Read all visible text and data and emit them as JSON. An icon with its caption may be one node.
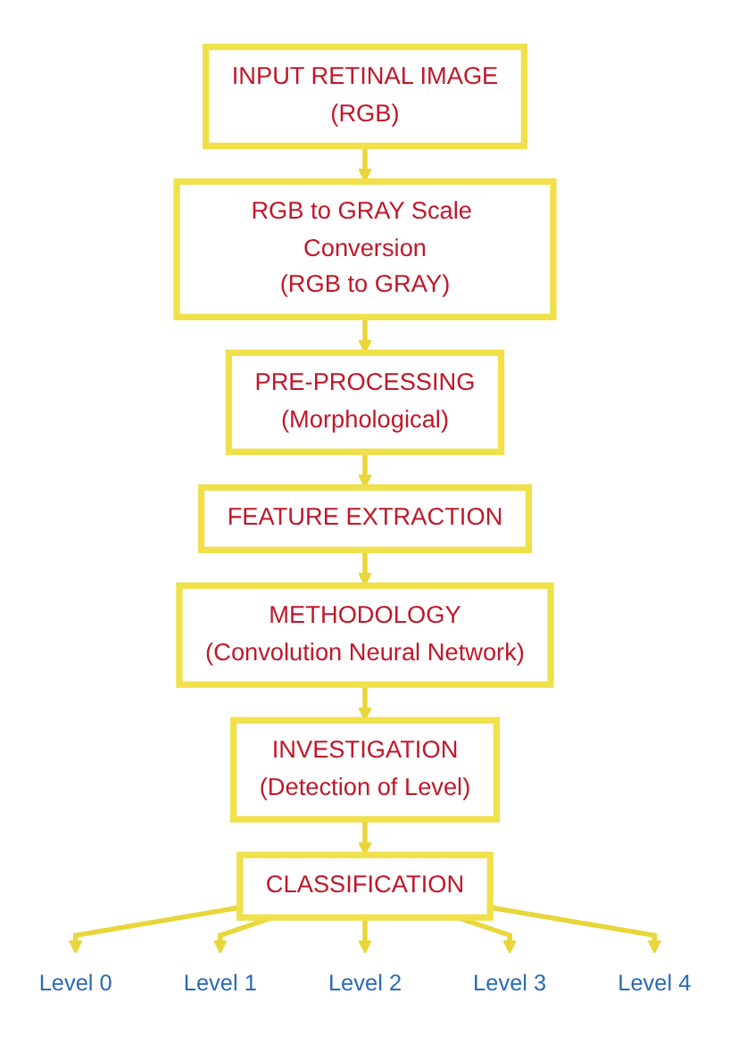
{
  "diagram": {
    "nodes": [
      {
        "text": [
          "INPUT RETINAL IMAGE",
          "(RGB)"
        ]
      },
      {
        "text": [
          "RGB to GRAY Scale Conversion",
          "(RGB to GRAY)"
        ]
      },
      {
        "text": [
          "PRE-PROCESSING",
          "(Morphological)"
        ]
      },
      {
        "text": [
          "FEATURE EXTRACTION"
        ]
      },
      {
        "text": [
          "METHODOLOGY",
          "(Convolution Neural Network)"
        ]
      },
      {
        "text": [
          "INVESTIGATION",
          "(Detection of Level)"
        ]
      },
      {
        "text": [
          "CLASSIFICATION"
        ]
      },
      {
        "text": [
          "Level 0"
        ]
      },
      {
        "text": [
          "Level 1"
        ]
      },
      {
        "text": [
          "Level 2"
        ]
      },
      {
        "text": [
          "Level 3"
        ]
      },
      {
        "text": [
          "Level 4"
        ]
      }
    ],
    "edges": [
      {
        "from": 0,
        "to": 1,
        "arrow": "to"
      },
      {
        "from": 1,
        "to": 2,
        "arrow": "to"
      },
      {
        "from": 2,
        "to": 3,
        "arrow": "to"
      },
      {
        "from": 3,
        "to": 4,
        "arrow": "to"
      },
      {
        "from": 4,
        "to": 5,
        "arrow": "to"
      },
      {
        "from": 5,
        "to": 6,
        "arrow": "to"
      },
      {
        "from": 6,
        "to": 7,
        "arrow": "to"
      },
      {
        "from": 6,
        "to": 8,
        "arrow": "to"
      },
      {
        "from": 6,
        "to": 9,
        "arrow": "to"
      },
      {
        "from": 6,
        "to": 10,
        "arrow": "to"
      },
      {
        "from": 6,
        "to": 11,
        "arrow": "to"
      }
    ]
  }
}
